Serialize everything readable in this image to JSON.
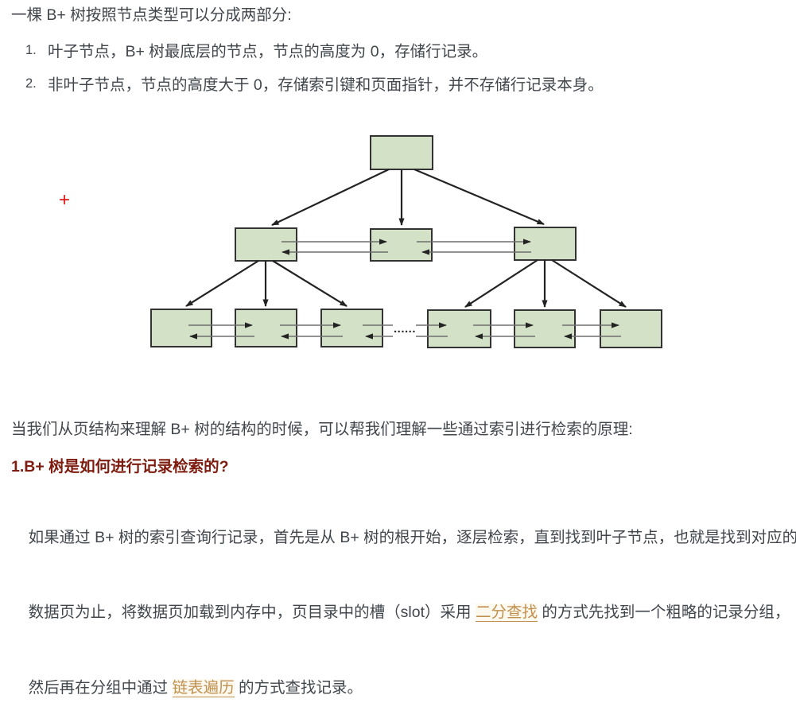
{
  "colors": {
    "page_bg": "#ffffff",
    "text": "#41464c",
    "heading": "#7e1c10",
    "link": "#c0904e",
    "node_fill": "#d3e1c6",
    "node_border": "#333333",
    "tree_arrow": "#232323",
    "link_line": "#6f6f6f",
    "plus_mark": "#e01414",
    "ellipsis": "#2a2a2a"
  },
  "intro": {
    "text": "一棵 B+ 树按照节点类型可以分成两部分:"
  },
  "list": {
    "items": [
      {
        "number": "1.",
        "text": "叶子节点，B+ 树最底层的节点，节点的高度为 0，存储行记录。"
      },
      {
        "number": "2.",
        "text": "非叶子节点，节点的高度大于 0，存储索引键和页面指针，并不存储行记录本身。"
      }
    ]
  },
  "diagram": {
    "type": "b-plus-tree",
    "root_nodes": 1,
    "internal_nodes": 3,
    "leaf_nodes": 6,
    "plus_mark": "+",
    "ellipsis": "......"
  },
  "section": {
    "lead": "当我们从页结构来理解 B+ 树的结构的时候，可以帮我们理解一些通过索引进行检索的原理:",
    "heading": "1.B+ 树是如何进行记录检索的?"
  },
  "paragraph": {
    "line1": "如果通过 B+ 树的索引查询行记录，首先是从 B+ 树的根开始，逐层检索，直到找到叶子节点，也就是找到对应的",
    "line2_before": "数据页为止，将数据页加载到内存中，页目录中的槽（slot）采用 ",
    "line2_link": "二分查找",
    "line2_after": " 的方式先找到一个粗略的记录分组，",
    "line3_before": "然后再在分组中通过 ",
    "line3_link": "链表遍历",
    "line3_after": " 的方式查找记录。"
  }
}
